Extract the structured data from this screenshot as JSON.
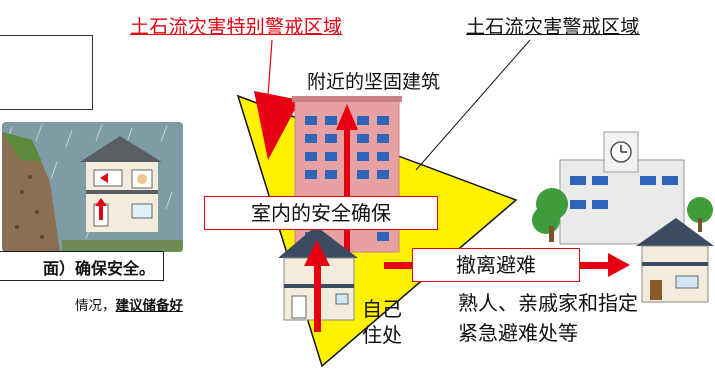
{
  "title_special_zone": "土石流灾害特别警戒区域",
  "title_warning_zone": "土石流灾害警戒区域",
  "label_nearby_building": "附近的坚固建筑",
  "box_indoor_safety": "室内的安全确保",
  "box_evacuation": "撤离避难",
  "label_own_home_line1": "自己",
  "label_own_home_line2": "住处",
  "label_destination_line1": "熟人、亲戚家和指定",
  "label_destination_line2": "紧急避难处等",
  "left_bar_text": "面）确保安全。",
  "left_note_plain": "情况，",
  "left_note_bold": "建议储备好",
  "colors": {
    "special_zone": "#e60012",
    "warning_zone": "#fff200",
    "arrow": "#e60012",
    "building": "#e7a1a3"
  },
  "icons": [
    "rain-icon",
    "landslide-icon",
    "house-icon",
    "apartment-building-icon",
    "school-icon",
    "clock-icon",
    "tree-icon"
  ]
}
